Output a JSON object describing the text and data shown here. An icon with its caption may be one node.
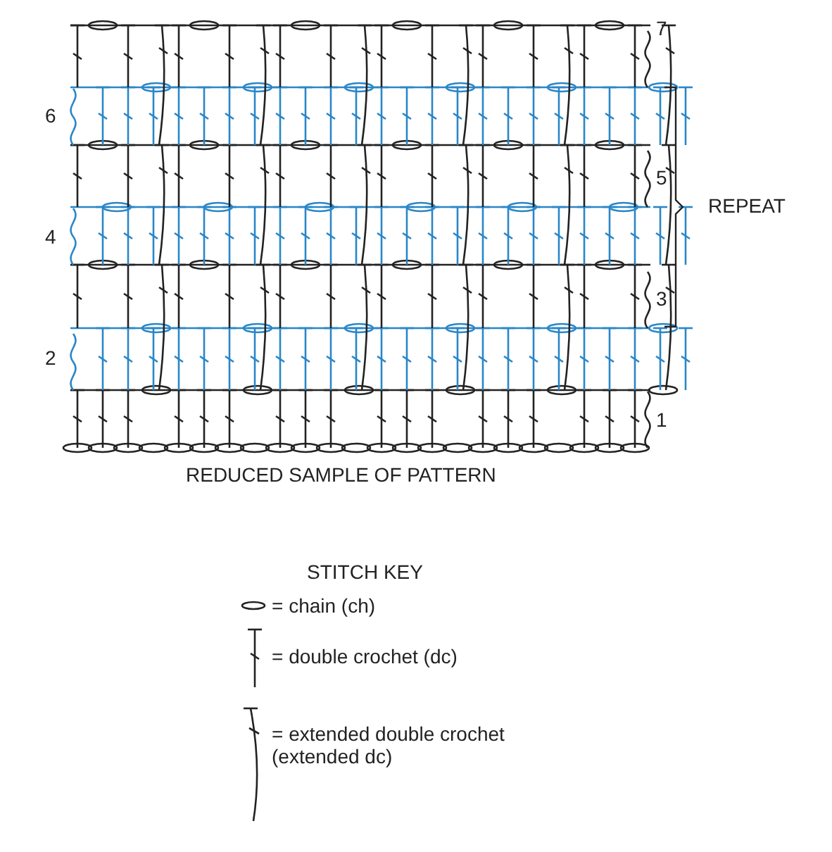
{
  "diagram": {
    "caption": "REDUCED SAMPLE OF PATTERN",
    "labels": [
      "7",
      "6",
      "5",
      "REPEAT",
      "4",
      "3",
      "2",
      "1",
      "STITCH KEY"
    ],
    "legend": [
      {
        "text": "= chain (ch)"
      },
      {
        "text": "= double crochet (dc)"
      },
      {
        "text": "= extended double crochet (extended dc)"
      }
    ]
  }
}
